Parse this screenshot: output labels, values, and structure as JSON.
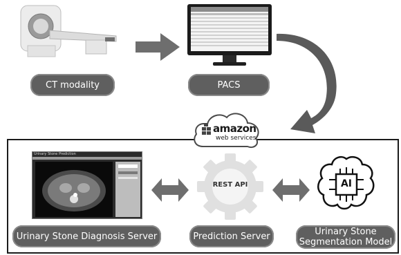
{
  "nodes": {
    "ct_modality": {
      "label": "CT modality"
    },
    "pacs": {
      "label": "PACS"
    },
    "cloud": {
      "brand": "amazon",
      "sub": "web services"
    },
    "diagnosis_server": {
      "label": "Urinary Stone Diagnosis Server",
      "window_title": "Urinary Stone Prediction"
    },
    "prediction_server": {
      "label": "Prediction Server",
      "gear_text": "REST API"
    },
    "segmentation_model": {
      "label_line1": "Urinary Stone",
      "label_line2": "Segmentation Model",
      "chip_text": "AI"
    }
  },
  "colors": {
    "pill_bg": "#5f5f5f",
    "arrow": "#6e6e6e",
    "frame": "#1a1a1a"
  }
}
